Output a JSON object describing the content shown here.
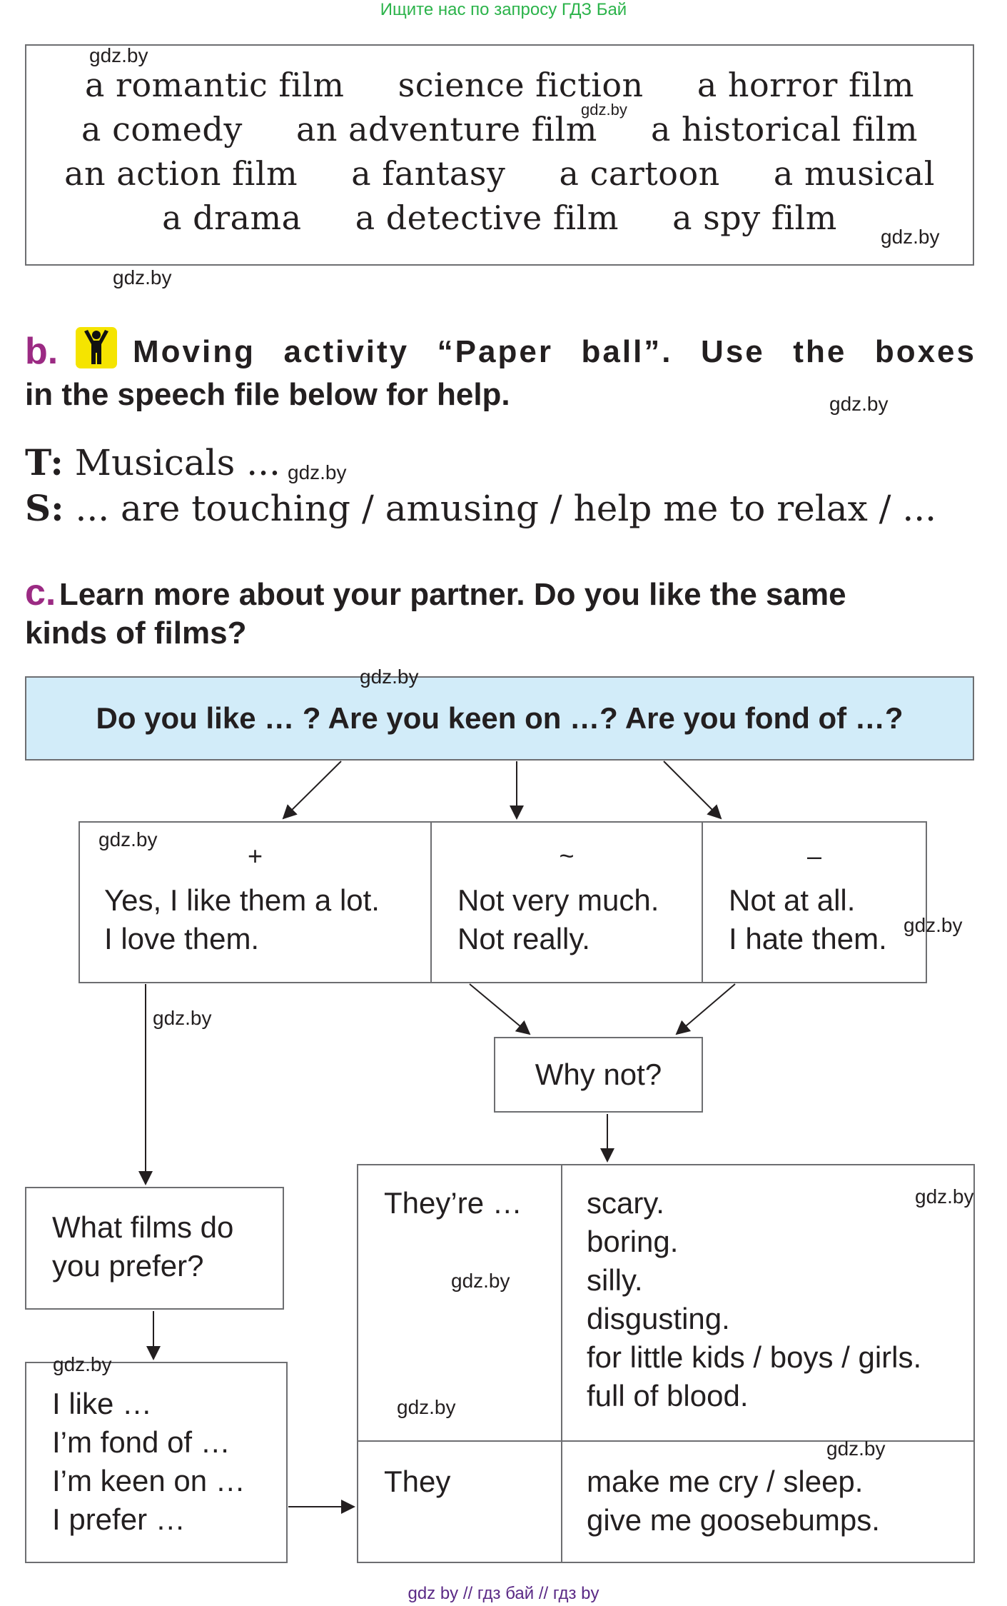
{
  "top_banner": "Ищите нас по запросу ГДЗ Бай",
  "watermark": "gdz.by",
  "film_types": [
    [
      "a romantic film",
      "science fiction",
      "a horror film"
    ],
    [
      "a comedy",
      "an adventure film",
      "a historical film"
    ],
    [
      "an action film",
      "a fantasy",
      "a cartoon",
      "a musical"
    ],
    [
      "a drama",
      "a detective film",
      "a spy film"
    ]
  ],
  "section_b": {
    "letter": "b.",
    "icon": "person-arms-raised-icon",
    "line1": "Moving activity “Paper ball”. Use the boxes",
    "line2": "in the speech file below for help.",
    "t_label": "T:",
    "t_text": "Musicals ...",
    "s_label": "S:",
    "s_text": "... are touching / amusing / help me to relax / ..."
  },
  "section_c": {
    "letter": "c.",
    "line1": "Learn more about your partner. Do you like the same",
    "line2": "kinds of films?",
    "question": "Do you like … ?  Are you keen on …?  Are you fond of …?",
    "answers": [
      {
        "sign": "+",
        "lines": [
          "Yes, I like them a lot.",
          "I love them."
        ]
      },
      {
        "sign": "~",
        "lines": [
          "Not very much.",
          "Not really."
        ]
      },
      {
        "sign": "–",
        "lines": [
          "Not at all.",
          "I hate them."
        ]
      }
    ],
    "why_not": "Why not?",
    "prefer_question": [
      "What films do",
      "you prefer?"
    ],
    "prefer_answers": [
      "I like …",
      "I’m fond of …",
      "I’m keen on …",
      "I prefer …"
    ],
    "reasons": [
      {
        "subject": "They’re …",
        "items": [
          "scary.",
          "boring.",
          "silly.",
          "disgusting.",
          "for little kids / boys / girls.",
          "full of blood."
        ]
      },
      {
        "subject": "They",
        "items": [
          "make me cry / sleep.",
          "give me goosebumps."
        ]
      }
    ]
  },
  "footer": "gdz by  //  гдз бай  //  гдз by",
  "colors": {
    "accent_letter": "#9b2a83",
    "question_bg": "#d2ecf9",
    "icon_bg": "#f5e400",
    "banner": "#2bb34a",
    "footer": "#5b2a86"
  }
}
